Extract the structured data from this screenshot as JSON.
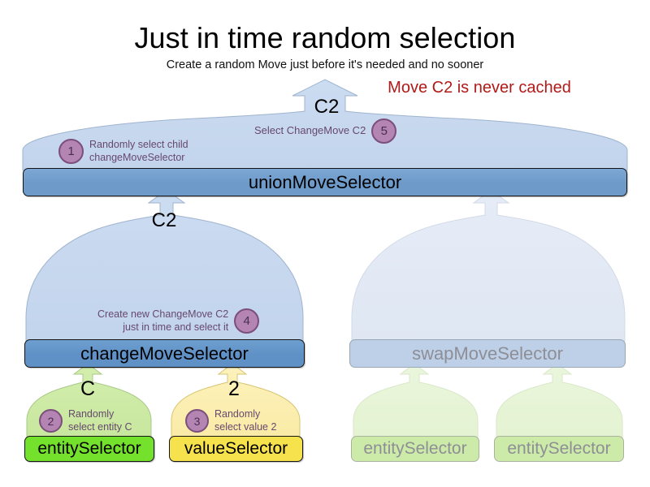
{
  "header": {
    "title": "Just in time random selection",
    "subtitle": "Create a random Move just before it's needed and no sooner",
    "warning": "Move C2 is never cached",
    "warning_color": "#b01a18"
  },
  "colors": {
    "cloud_blue": "#c6d7ee",
    "cloud_blue_faded": "#e2e9f4",
    "bar_blue": "#6f9fd0",
    "bar_blue_faded": "#bdd0e8",
    "cloud_green": "#cbeaa5",
    "cloud_green_faded": "#e6f4d6",
    "bar_green": "#74e22c",
    "bar_yellow": "#f6e24c",
    "cloud_yellow": "#faeeae",
    "badge_fill": "#b484b2",
    "badge_border": "#7b4f7b",
    "note_text": "#67486f",
    "ghost_text": "#8e8e96"
  },
  "nodes": {
    "union": {
      "label": "unionMoveSelector",
      "flow_label": "C2"
    },
    "change": {
      "label": "changeMoveSelector",
      "flow_label": "C2"
    },
    "swap": {
      "label": "swapMoveSelector",
      "flow_label": ""
    },
    "entity": {
      "label": "entitySelector",
      "flow_label": "C"
    },
    "value": {
      "label": "valueSelector",
      "flow_label": "2"
    },
    "ghost_entity_1": {
      "label": "entitySelector"
    },
    "ghost_entity_2": {
      "label": "entitySelector"
    }
  },
  "annotations": [
    {
      "step": "1",
      "text": "Randomly select child\nchangeMoveSelector"
    },
    {
      "step": "5",
      "text": "Select ChangeMove C2"
    },
    {
      "step": "4",
      "text": "Create new ChangeMove C2\njust in time and select it"
    },
    {
      "step": "2",
      "text": "Randomly\nselect entity C"
    },
    {
      "step": "3",
      "text": "Randomly\nselect value 2"
    }
  ]
}
